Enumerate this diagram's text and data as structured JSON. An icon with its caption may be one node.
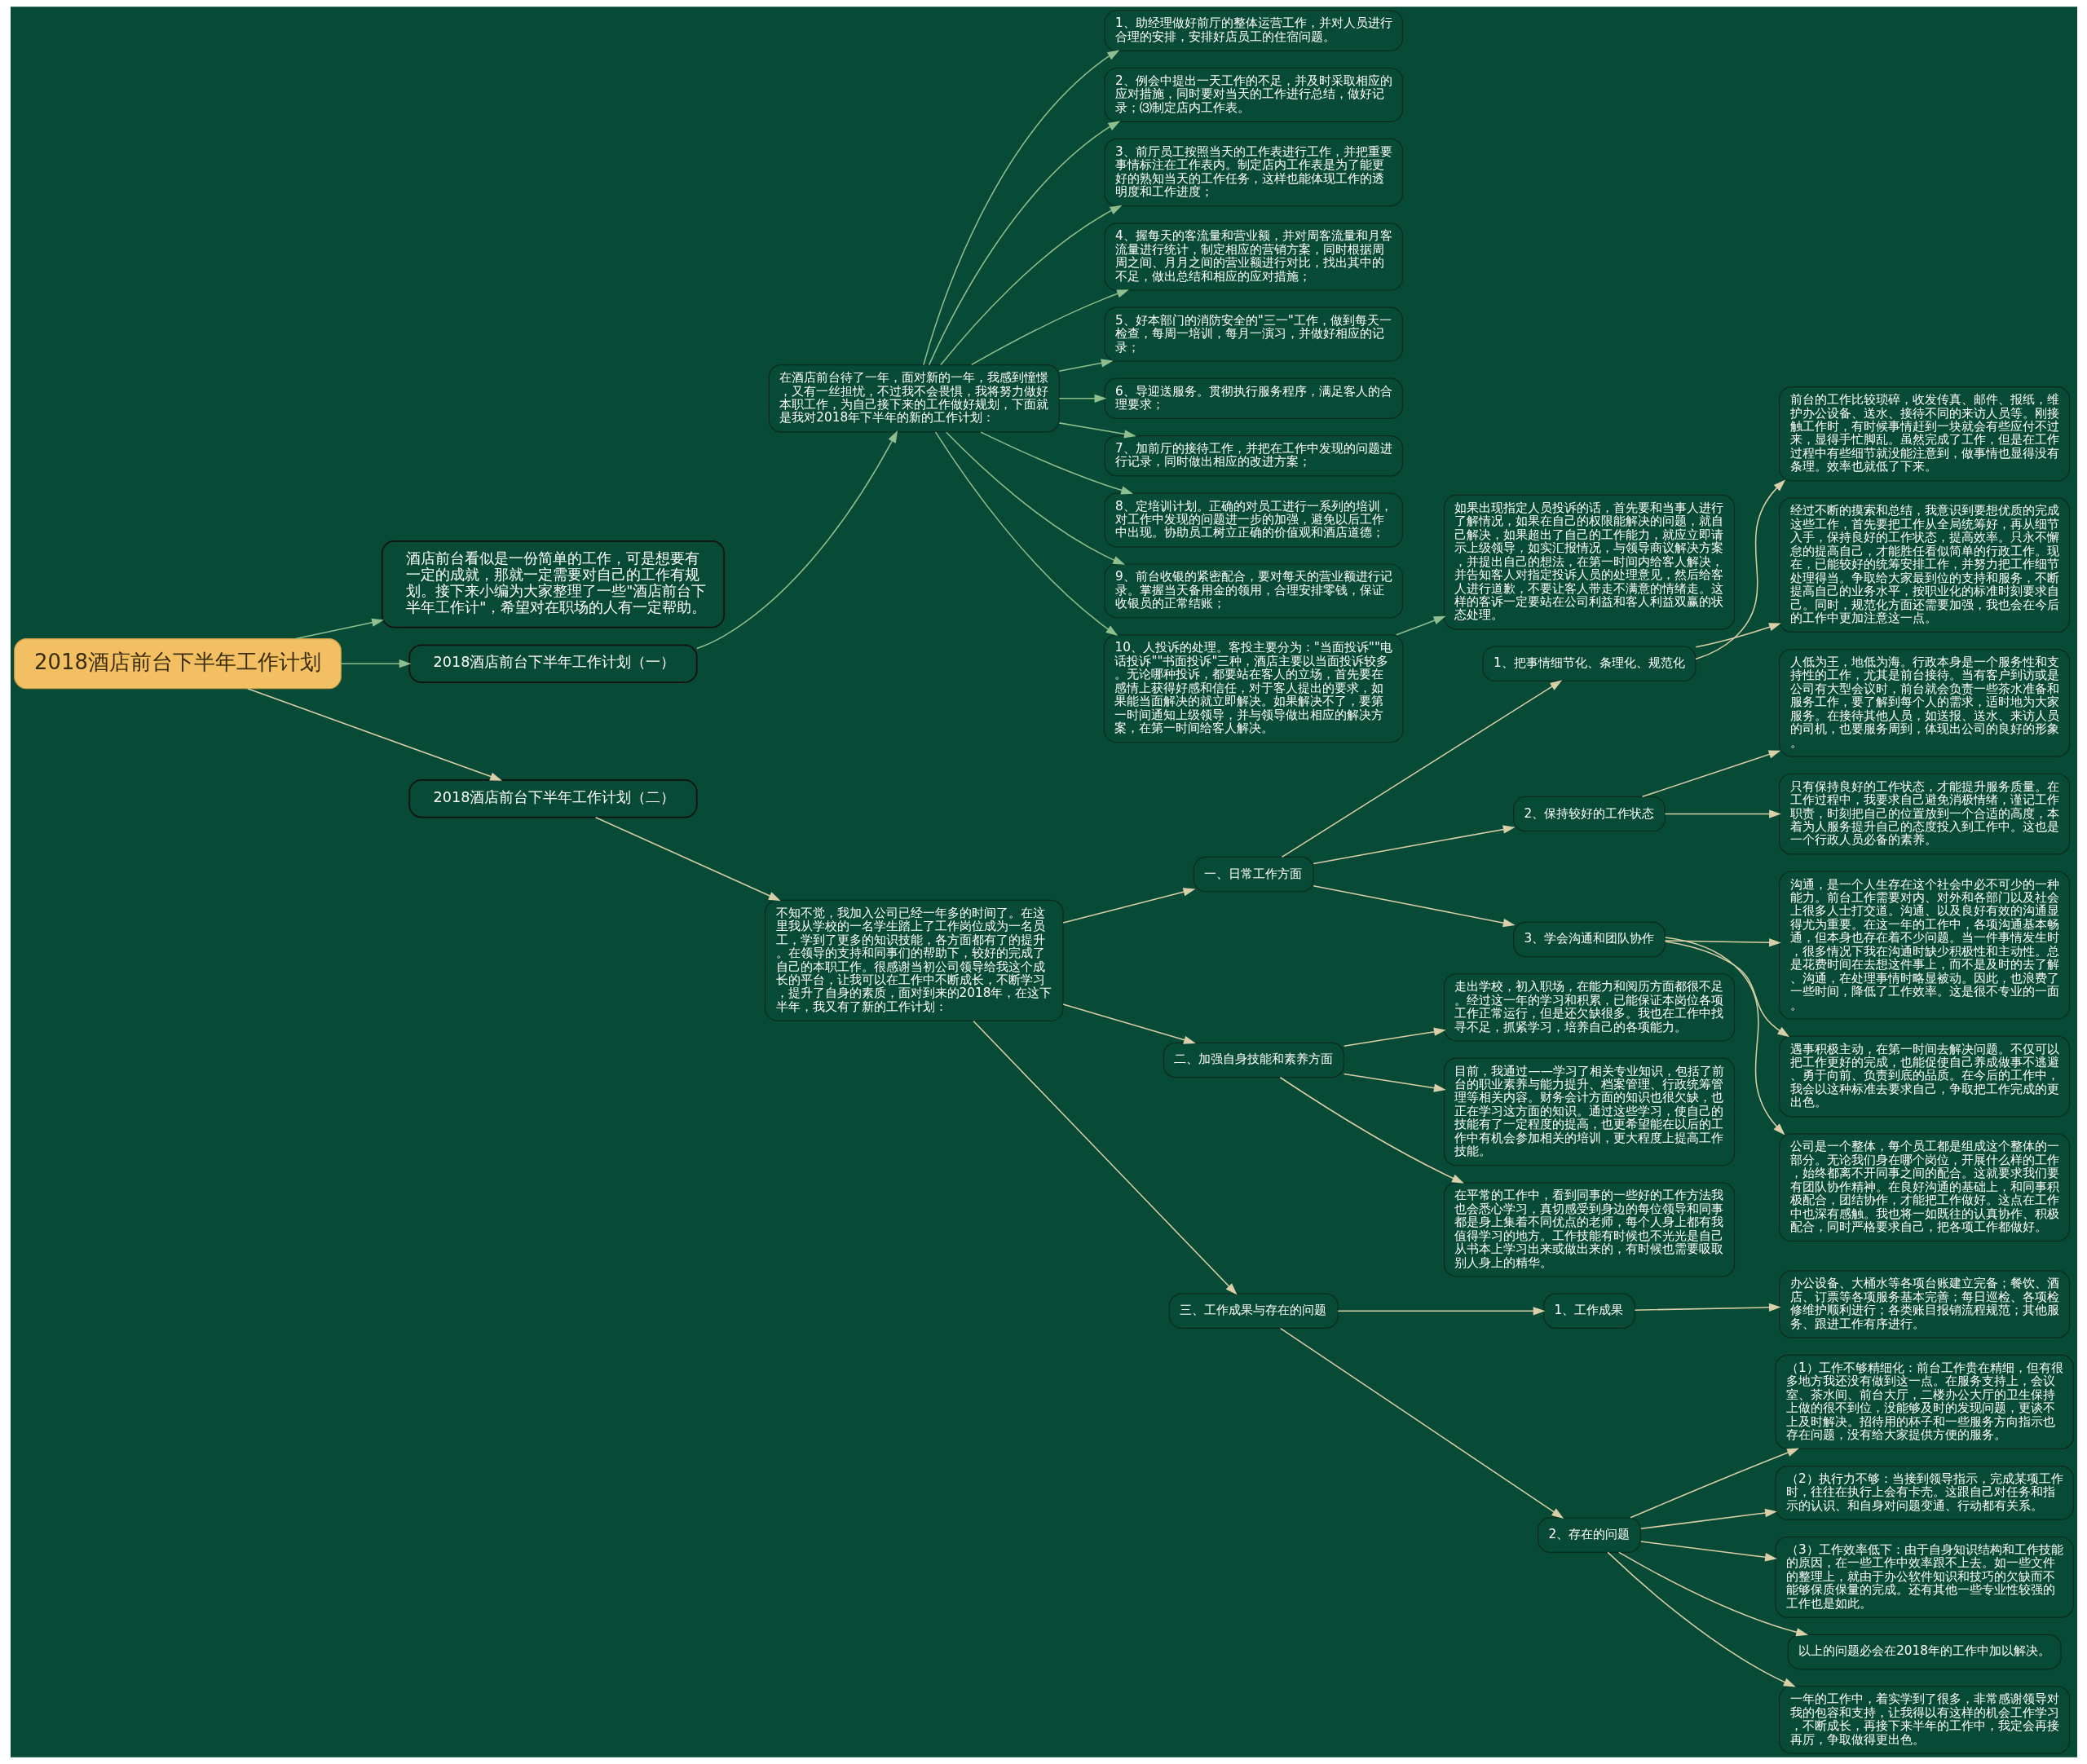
{
  "diagram": {
    "nodes": [
      {
        "text": [
          "2018酒店前台下半年工作计划"
        ]
      },
      {
        "text": [
          "酒店前台看似是一份简单的工作，可是想要有一定的成就，那就一定需要对自己的工作有规划。接下来小编为大家整理了一些\"酒店前台下半年工作计\"，希望对在职场的人有一定帮助。"
        ]
      },
      {
        "text": [
          "2018酒店前台下半年工作计划（一）"
        ]
      },
      {
        "text": [
          "在酒店前台待了一年，面对新的一年，我感到憧憬，又有一丝担忧，不过我不会畏惧，我将努力做好本职工作，为自己接下来的工作做好规划，下面就是我对2018年下半年的新的工作计划："
        ]
      },
      {
        "text": [
          "1、助经理做好前厅的整体运营工作，并对人员进行合理的安排，安排好店员工的住宿问题。"
        ]
      },
      {
        "text": [
          "2、例会中提出一天工作的不足，并及时采取相应的应对措施，同时要对当天的工作进行总结，做好记录；⑶制定店内工作表。"
        ]
      },
      {
        "text": [
          "3、前厅员工按照当天的工作表进行工作，并把重要事情标注在工作表内。制定店内工作表是为了能更好的熟知当天的工作任务，这样也能体现工作的透明度和工作进度；"
        ]
      },
      {
        "text": [
          "4、握每天的客流量和营业额，并对周客流量和月客流量进行统计，制定相应的营销方案，同时根据周周之间、月月之间的营业额进行对比，找出其中的不足，做出总结和相应的应对措施；"
        ]
      },
      {
        "text": [
          "5、好本部门的消防安全的\"三一\"工作，做到每天一检查，每周一培训，每月一演习，并做好相应的记录；"
        ]
      },
      {
        "text": [
          "6、导迎送服务。贯彻执行服务程序，满足客人的合理要求；"
        ]
      },
      {
        "text": [
          "7、加前厅的接待工作，并把在工作中发现的问题进行记录，同时做出相应的改进方案；"
        ]
      },
      {
        "text": [
          "8、定培训计划。正确的对员工进行一系列的培训，对工作中发现的问题进一步的加强，避免以后工作中出现。协助员工树立正确的价值观和酒店道德；"
        ]
      },
      {
        "text": [
          "9、前台收银的紧密配合，要对每天的营业额进行记录。掌握当天备用金的领用，合理安排零钱，保证收银员的正常结账；"
        ]
      },
      {
        "text": [
          "10、人投诉的处理。客投主要分为：\"当面投诉\"\"电话投诉\"\"书面投诉\"三种，酒店主要以当面投诉较多。无论哪种投诉，都要站在客人的立场，首先要在感情上获得好感和信任，对于客人提出的要求，如果能当面解决的就立即解决。如果解决不了，要第一时间通知上级领导，并与领导做出相应的解决方案，在第一时间给客人解决。"
        ]
      },
      {
        "text": [
          "如果出现指定人员投诉的话，首先要和当事人进行了解情况，如果在自己的权限能解决的问题，就自己解决，如果超出了自己的工作能力，就应立即请示上级领导，如实汇报情况，与领导商议解决方案，并提出自己的想法，在第一时间内给客人解决，并告知客人对指定投诉人员的处理意见，然后给客人进行道歉，不要让客人带走不满意的情绪走。这样的客诉一定要站在公司利益和客人利益双赢的状态处理。"
        ]
      },
      {
        "text": [
          "2018酒店前台下半年工作计划（二）"
        ]
      },
      {
        "text": [
          "不知不觉，我加入公司已经一年多的时间了。在这里我从学校的一名学生踏上了工作岗位成为一名员工，学到了更多的知识技能，各方面都有了的提升。在领导的支持和同事们的帮助下，较好的完成了自己的本职工作。很感谢当初公司领导给我这个成长的平台，让我可以在工作中不断成长，不断学习，提升了自身的素质，面对到来的2018年，在这下半年，我又有了新的工作计划："
        ]
      },
      {
        "text": [
          "一、日常工作方面"
        ]
      },
      {
        "text": [
          "1、把事情细节化、条理化、规范化"
        ]
      },
      {
        "text": [
          "前台的工作比较琐碎，收发传真、邮件、报纸，维护办公设备、送水、接待不同的来访人员等。刚接触工作时，有时候事情赶到一块就会有些应付不过来，显得手忙脚乱。虽然完成了工作，但是在工作过程中有些细节就没能注意到，做事情也显得没有条理。效率也就低了下来。"
        ]
      },
      {
        "text": [
          "经过不断的摸索和总结，我意识到要想优质的完成这些工作，首先要把工作从全局统筹好，再从细节入手，保持良好的工作状态，提高效率。只永不懈怠的提高自己，才能胜任看似简单的行政工作。现在，已能较好的统筹安排工作，并努力把工作细节处理得当。争取给大家最到位的支持和服务，不断提高自己的业务水平，按职业化的标准时刻要求自己。同时，规范化方面还需要加强，我也会在今后的工作中更加注意这一点。"
        ]
      },
      {
        "text": [
          "2、保持较好的工作状态"
        ]
      },
      {
        "text": [
          "人低为王，地低为海。行政本身是一个服务性和支持性的工作，尤其是前台接待。当有客户到访或是公司有大型会议时，前台就会负责一些茶水准备和服务工作，要了解到每个人的需求，适时地为大家服务。在接待其他人员，如送报、送水、来访人员的司机，也要服务周到，体现出公司的良好的形象。"
        ]
      },
      {
        "text": [
          "只有保持良好的工作状态，才能提升服务质量。在工作过程中，我要求自己避免消极情绪，谨记工作职责，时刻把自己的位置放到一个合适的高度，本着为人服务提升自己的态度投入到工作中。这也是一个行政人员必备的素养。"
        ]
      },
      {
        "text": [
          "3、学会沟通和团队协作"
        ]
      },
      {
        "text": [
          "沟通，是一个人生存在这个社会中必不可少的一种能力。前台工作需要对内、对外和各部门以及社会上很多人士打交道。沟通、以及良好有效的沟通显得尤为重要。在这一年的工作中，各项沟通基本畅通，但本身也存在着不少问题。当一件事情发生时，很多情况下我在沟通时缺少积极性和主动性。总是花费时间在去想这件事上，而不是及时的去了解、沟通，在处理事情时略显被动。因此，也浪费了一些时间，降低了工作效率。这是很不专业的一面。"
        ]
      },
      {
        "text": [
          "遇事积极主动，在第一时间去解决问题。不仅可以把工作更好的完成，也能促使自己养成做事不逃避、勇于向前、负责到底的品质。在今后的工作中，我会以这种标准去要求自己，争取把工作完成的更出色。"
        ]
      },
      {
        "text": [
          "公司是一个整体，每个员工都是组成这个整体的一部分。无论我们身在哪个岗位，开展什么样的工作，始终都离不开同事之间的配合。这就要求我们要有团队协作精神。在良好沟通的基础上，和同事积极配合，团结协作，才能把工作做好。这点在工作中也深有感触。我也将一如既往的认真协作、积极配合，同时严格要求自己，把各项工作都做好。"
        ]
      },
      {
        "text": [
          "二、加强自身技能和素养方面"
        ]
      },
      {
        "text": [
          "走出学校，初入职场，在能力和阅历方面都很不足。经过这一年的学习和积累，已能保证本岗位各项工作正常运行，但是还欠缺很多。我也在工作中找寻不足，抓紧学习，培养自己的各项能力。"
        ]
      },
      {
        "text": [
          "目前，我通过——学习了相关专业知识，包括了前台的职业素养与能力提升、档案管理、行政统筹管理等相关内容。财务会计方面的知识也很欠缺，也正在学习这方面的知识。通过这些学习，使自己的技能有了一定程度的提高，也更希望能在以后的工作中有机会参加相关的培训，更大程度上提高工作技能。"
        ]
      },
      {
        "text": [
          "在平常的工作中，看到同事的一些好的工作方法我也会悉心学习，真切感受到身边的每位领导和同事都是身上集着不同优点的老师，每个人身上都有我值得学习的地方。工作技能有时候也不光光是自己从书本上学习出来或做出来的，有时候也需要吸取别人身上的精华。"
        ]
      },
      {
        "text": [
          "三、工作成果与存在的问题"
        ]
      },
      {
        "text": [
          "1、工作成果"
        ]
      },
      {
        "text": [
          "办公设备、大桶水等各项台账建立完备；餐饮、酒店、订票等各项服务基本完善；每日巡检、各项检修维护顺利进行；各类账目报销流程规范；其他服务、跟进工作有序进行。"
        ]
      },
      {
        "text": [
          "2、存在的问题"
        ]
      },
      {
        "text": [
          "（1）工作不够精细化：前台工作贵在精细，但有很多地方我还没有做到这一点。在服务支持上，会议室、茶水间、前台大厅，二楼办公大厅的卫生保持上做的很不到位，没能够及时的发现问题，更谈不上及时解决。招待用的杯子和一些服务方向指示也存在问题，没有给大家提供方便的服务。"
        ]
      },
      {
        "text": [
          "（2）执行力不够：当接到领导指示，完成某项工作时，往往在执行上会有卡壳。这跟自己对任务和指示的认识、和自身对问题变通、行动都有关系。"
        ]
      },
      {
        "text": [
          "（3）工作效率低下：由于自身知识结构和工作技能的原因，在一些工作中效率跟不上去。如一些文件的整理上，就由于办公软件知识和技巧的欠缺而不能够保质保量的完成。还有其他一些专业性较强的工作也是如此。"
        ]
      },
      {
        "text": [
          "以上的问题必会在2018年的工作中加以解决。"
        ]
      },
      {
        "text": [
          "一年的工作中，着实学到了很多，非常感谢领导对我的包容和支持，让我得以有这样的机会工作学习，不断成长，再接下来半年的工作中，我定会再接再厉，争取做得更出色。"
        ]
      }
    ],
    "edges": [
      {
        "from": 0,
        "to": 1,
        "arrow": "to",
        "color": "#8fbf8f"
      },
      {
        "from": 0,
        "to": 2,
        "arrow": "to",
        "color": "#8fbf8f"
      },
      {
        "from": 2,
        "to": 3,
        "arrow": "to",
        "color": "#8fbf8f"
      },
      {
        "from": 3,
        "to": 4,
        "arrow": "to",
        "color": "#8fbf8f"
      },
      {
        "from": 3,
        "to": 5,
        "arrow": "to",
        "color": "#8fbf8f"
      },
      {
        "from": 3,
        "to": 6,
        "arrow": "to",
        "color": "#8fbf8f"
      },
      {
        "from": 3,
        "to": 7,
        "arrow": "to",
        "color": "#8fbf8f"
      },
      {
        "from": 3,
        "to": 8,
        "arrow": "to",
        "color": "#8fbf8f"
      },
      {
        "from": 3,
        "to": 9,
        "arrow": "to",
        "color": "#8fbf8f"
      },
      {
        "from": 3,
        "to": 10,
        "arrow": "to",
        "color": "#8fbf8f"
      },
      {
        "from": 3,
        "to": 11,
        "arrow": "to",
        "color": "#8fbf8f"
      },
      {
        "from": 3,
        "to": 12,
        "arrow": "to",
        "color": "#8fbf8f"
      },
      {
        "from": 3,
        "to": 13,
        "arrow": "to",
        "color": "#8fbf8f"
      },
      {
        "from": 13,
        "to": 14,
        "arrow": "to",
        "color": "#8fbf8f"
      },
      {
        "from": 0,
        "to": 15,
        "arrow": "to"
      },
      {
        "from": 15,
        "to": 16,
        "arrow": "to"
      },
      {
        "from": 16,
        "to": 17,
        "arrow": "to"
      },
      {
        "from": 16,
        "to": 28,
        "arrow": "to"
      },
      {
        "from": 16,
        "to": 32,
        "arrow": "to"
      },
      {
        "from": 17,
        "to": 18,
        "arrow": "to"
      },
      {
        "from": 17,
        "to": 21,
        "arrow": "to"
      },
      {
        "from": 17,
        "to": 24,
        "arrow": "to"
      },
      {
        "from": 18,
        "to": 19,
        "arrow": "to"
      },
      {
        "from": 18,
        "to": 20,
        "arrow": "to"
      },
      {
        "from": 21,
        "to": 22,
        "arrow": "to"
      },
      {
        "from": 21,
        "to": 23,
        "arrow": "to"
      },
      {
        "from": 24,
        "to": 25,
        "arrow": "to"
      },
      {
        "from": 24,
        "to": 26,
        "arrow": "to"
      },
      {
        "from": 24,
        "to": 27,
        "arrow": "to"
      },
      {
        "from": 28,
        "to": 29,
        "arrow": "to"
      },
      {
        "from": 28,
        "to": 30,
        "arrow": "to"
      },
      {
        "from": 28,
        "to": 31,
        "arrow": "to"
      },
      {
        "from": 32,
        "to": 33,
        "arrow": "to"
      },
      {
        "from": 32,
        "to": 35,
        "arrow": "to"
      },
      {
        "from": 33,
        "to": 34,
        "arrow": "to"
      },
      {
        "from": 35,
        "to": 36,
        "arrow": "to"
      },
      {
        "from": 35,
        "to": 37,
        "arrow": "to"
      },
      {
        "from": 35,
        "to": 38,
        "arrow": "to"
      },
      {
        "from": 35,
        "to": 39,
        "arrow": "to"
      },
      {
        "from": 35,
        "to": 40,
        "arrow": "to"
      }
    ]
  }
}
